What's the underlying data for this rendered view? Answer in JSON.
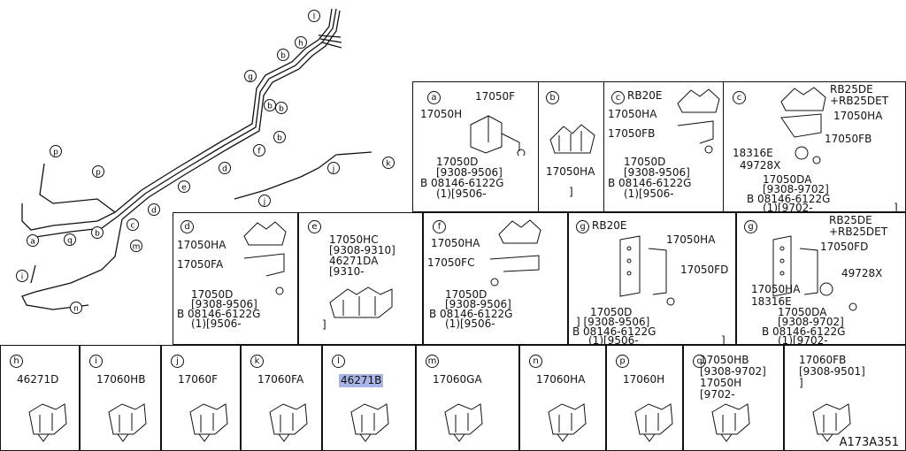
{
  "overview": {
    "callouts": [
      "l",
      "b",
      "h",
      "g",
      "b",
      "b",
      "b",
      "f",
      "p",
      "p",
      "e",
      "d",
      "d",
      "c",
      "b",
      "a",
      "q",
      "m",
      "i",
      "n",
      "j",
      "j",
      "k"
    ]
  },
  "top_panels": [
    {
      "letter": "a",
      "variant": "",
      "labels": [
        "17050F",
        "17050H",
        "17050D",
        "[9308-9506]",
        "B 08146-6122G",
        "(1)[9506-"
      ]
    },
    {
      "letter": "b",
      "variant": "",
      "labels": [
        "17050HA",
        "]"
      ]
    },
    {
      "letter": "c",
      "variant": "RB20E",
      "labels": [
        "17050HA",
        "17050FB",
        "17050D",
        "[9308-9506]",
        "B 08146-6122G",
        "(1)[9506-"
      ]
    },
    {
      "letter": "c",
      "variant": "RB25DE\n+RB25DET",
      "labels": [
        "17050HA",
        "17050FB",
        "18316E",
        "49728X",
        "17050DA",
        "[9308-9702]",
        "B 08146-6122G",
        "(1)[9702-",
        "]"
      ]
    }
  ],
  "mid_panels": [
    {
      "letter": "d",
      "variant": "",
      "labels": [
        "17050HA",
        "17050FA",
        "17050D",
        "[9308-9506]",
        "B 08146-6122G",
        "(1)[9506-"
      ]
    },
    {
      "letter": "e",
      "variant": "",
      "labels": [
        "17050HC",
        "[9308-9310]",
        "46271DA",
        "[9310-",
        "]"
      ]
    },
    {
      "letter": "f",
      "variant": "",
      "labels": [
        "17050HA",
        "17050FC",
        "17050D",
        "[9308-9506]",
        "B 08146-6122G",
        "(1)[9506-"
      ]
    },
    {
      "letter": "g",
      "variant": "RB20E",
      "labels": [
        "17050HA",
        "17050FD",
        "17050D",
        "] [9308-9506]",
        "B 08146-6122G",
        "(1)[9506-",
        "]"
      ]
    },
    {
      "letter": "g",
      "variant": "RB25DE\n+RB25DET",
      "labels": [
        "17050FD",
        "49728X",
        "17050HA",
        "18316E",
        "17050DA",
        "[9308-9702]",
        "B 08146-6122G",
        "(1)[9702-"
      ]
    }
  ],
  "bottom_panels": [
    {
      "letter": "h",
      "part": "46271D"
    },
    {
      "letter": "i",
      "part": "17060HB"
    },
    {
      "letter": "j",
      "part": "17060F"
    },
    {
      "letter": "k",
      "part": "17060FA"
    },
    {
      "letter": "l",
      "part": "46271B",
      "highlighted": true
    },
    {
      "letter": "m",
      "part": "17060GA"
    },
    {
      "letter": "n",
      "part": "17060HA"
    },
    {
      "letter": "p",
      "part": "17060H"
    },
    {
      "letter": "q",
      "part": "17050HB\n[9308-9702]\n17050H\n[9702-"
    },
    {
      "letter": "",
      "part": "17060FB\n[9308-9501]\n]"
    }
  ],
  "diagram_code": "A173A351",
  "colors": {
    "highlight": "#a9b4e6",
    "line": "#111111"
  }
}
